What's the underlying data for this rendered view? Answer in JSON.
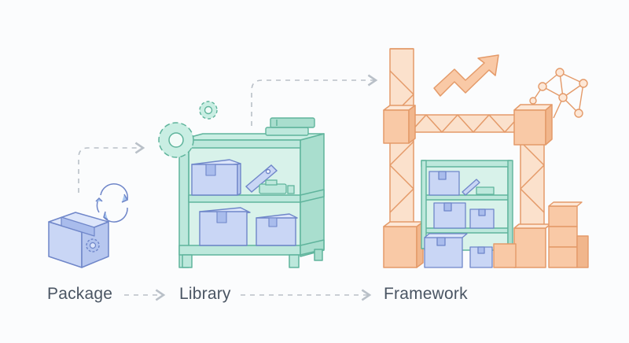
{
  "stages": [
    {
      "id": "package",
      "label": "Package"
    },
    {
      "id": "library",
      "label": "Library"
    },
    {
      "id": "framework",
      "label": "Framework"
    }
  ],
  "colors": {
    "package_fill": "#c9d6f5",
    "package_stroke": "#6f86c9",
    "library_fill": "#bde8dc",
    "library_stroke": "#5fb49c",
    "framework_fill": "#f9c9a6",
    "framework_stroke": "#e49a69",
    "arrow": "#b9c0c8",
    "text": "#4a5563"
  }
}
